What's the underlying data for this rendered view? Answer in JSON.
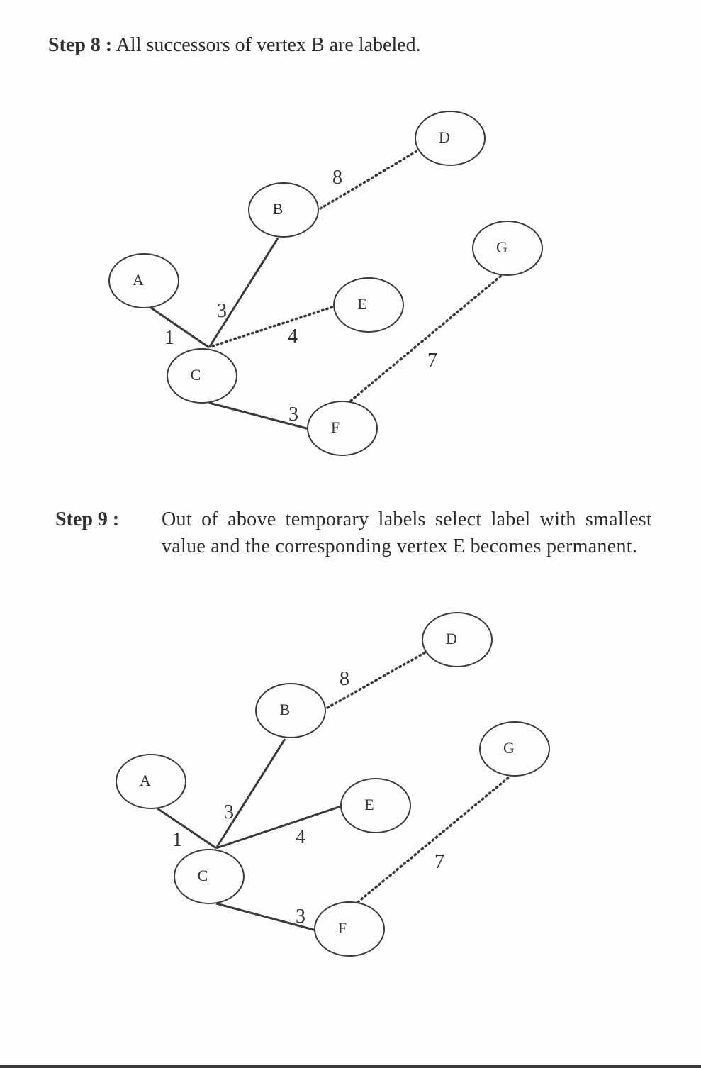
{
  "step8": {
    "label": "Step 8 :",
    "text": "All successors of vertex B are labeled."
  },
  "step9": {
    "label": "Step 9 :",
    "text": "Out of above temporary labels select label with smallest value and the corresponding vertex E becomes permanent."
  },
  "graph1": {
    "nodes": {
      "A": "A",
      "B": "B",
      "C": "C",
      "D": "D",
      "E": "E",
      "F": "F",
      "G": "G"
    },
    "edges": [
      {
        "from": "A",
        "to": "C",
        "weight": "1",
        "style": "solid"
      },
      {
        "from": "C",
        "to": "B",
        "weight": "3",
        "style": "solid"
      },
      {
        "from": "C",
        "to": "E",
        "weight": "4",
        "style": "dotted"
      },
      {
        "from": "C",
        "to": "F",
        "weight": "3",
        "style": "solid"
      },
      {
        "from": "B",
        "to": "D",
        "weight": "8",
        "style": "dotted"
      },
      {
        "from": "F",
        "to": "G",
        "weight": "7",
        "style": "dotted"
      }
    ]
  },
  "graph2": {
    "nodes": {
      "A": "A",
      "B": "B",
      "C": "C",
      "D": "D",
      "E": "E",
      "F": "F",
      "G": "G"
    },
    "edges": [
      {
        "from": "A",
        "to": "C",
        "weight": "1",
        "style": "solid"
      },
      {
        "from": "C",
        "to": "B",
        "weight": "3",
        "style": "solid"
      },
      {
        "from": "C",
        "to": "E",
        "weight": "4",
        "style": "solid"
      },
      {
        "from": "C",
        "to": "F",
        "weight": "3",
        "style": "solid"
      },
      {
        "from": "B",
        "to": "D",
        "weight": "8",
        "style": "dotted"
      },
      {
        "from": "F",
        "to": "G",
        "weight": "7",
        "style": "dotted"
      }
    ]
  },
  "colors": {
    "ink": "#333333",
    "paper": "#fdfdfd"
  }
}
